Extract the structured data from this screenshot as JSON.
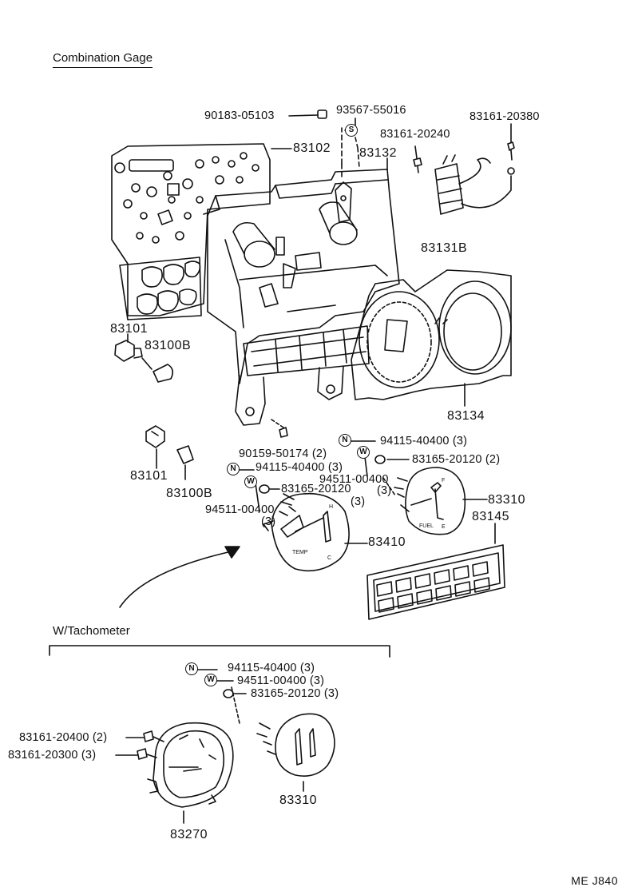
{
  "title": "Combination Gage",
  "section_label": "W/Tachometer",
  "drawing_code": "ME J840",
  "symbols": {
    "n": "N",
    "w": "W",
    "s": "S"
  },
  "gauge_text": {
    "temp": "TEMP",
    "fuel": "FUEL",
    "h": "H",
    "c": "C",
    "f": "F",
    "e": "E"
  },
  "labels": {
    "p90183_05103": "90183-05103",
    "p93567_55016": "93567-55016",
    "p83161_20380": "83161-20380",
    "p83161_20240": "83161-20240",
    "p83102": "83102",
    "p83132": "83132",
    "p83131b": "83131B",
    "p83101_a": "83101",
    "p83100b_a": "83100B",
    "p83134": "83134",
    "p90159_50174": "90159-50174 (2)",
    "p94115_40400_a": "94115-40400 (3)",
    "p83165_20120_a": "83165-20120 (2)",
    "p94115_40400_b": "94115-40400 (3)",
    "p94511_00400_a": "94511-00400",
    "p94511_00400_a_qty": "(3)",
    "p83165_20120_b": "83165-20120",
    "p83165_20120_b_qty": "(3)",
    "p94511_00400_b": "94511-00400",
    "p94511_00400_b_qty": "(3)",
    "p83310_a": "83310",
    "p83145": "83145",
    "p83101_b": "83101",
    "p83100b_b": "83100B",
    "p83410": "83410",
    "p94115_40400_c": "94115-40400 (3)",
    "p94511_00400_c": "94511-00400 (3)",
    "p83165_20120_c": "83165-20120 (3)",
    "p83161_20400": "83161-20400 (2)",
    "p83161_20300": "83161-20300 (3)",
    "p83310_b": "83310",
    "p83270": "83270"
  }
}
